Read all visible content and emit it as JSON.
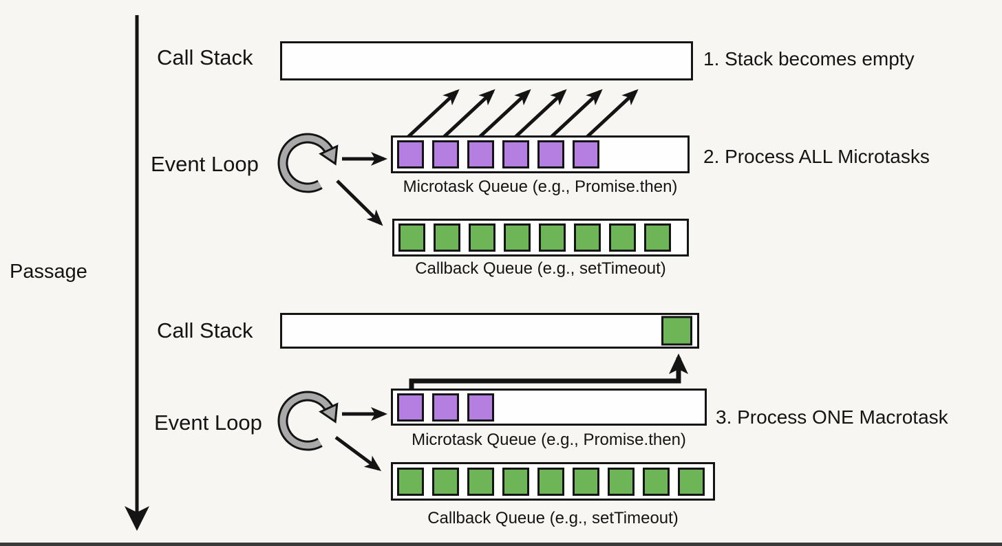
{
  "colors": {
    "background": "#f7f6f3",
    "purple": "#b57fe2",
    "green": "#6db556",
    "ink": "#141414",
    "icon-gray": "#a9a9a9"
  },
  "passage": {
    "label": "Passage"
  },
  "section1": {
    "call_stack_label": "Call Stack",
    "step1": "1. Stack becomes empty",
    "event_loop_label": "Event Loop",
    "step2": "2. Process ALL Microtasks",
    "microtask_queue": {
      "caption": "Microtask Queue (e.g., Promise.then)",
      "count": 6
    },
    "callback_queue": {
      "caption": "Callback Queue (e.g., setTimeout)",
      "count": 8
    }
  },
  "section2": {
    "call_stack_label": "Call Stack",
    "call_stack": {
      "count": 1
    },
    "event_loop_label": "Event Loop",
    "step3": "3. Process ONE Macrotask",
    "microtask_queue": {
      "caption": "Microtask Queue (e.g., Promise.then)",
      "count": 3
    },
    "callback_queue": {
      "caption": "Callback Queue (e.g., setTimeout)",
      "count": 9
    }
  }
}
